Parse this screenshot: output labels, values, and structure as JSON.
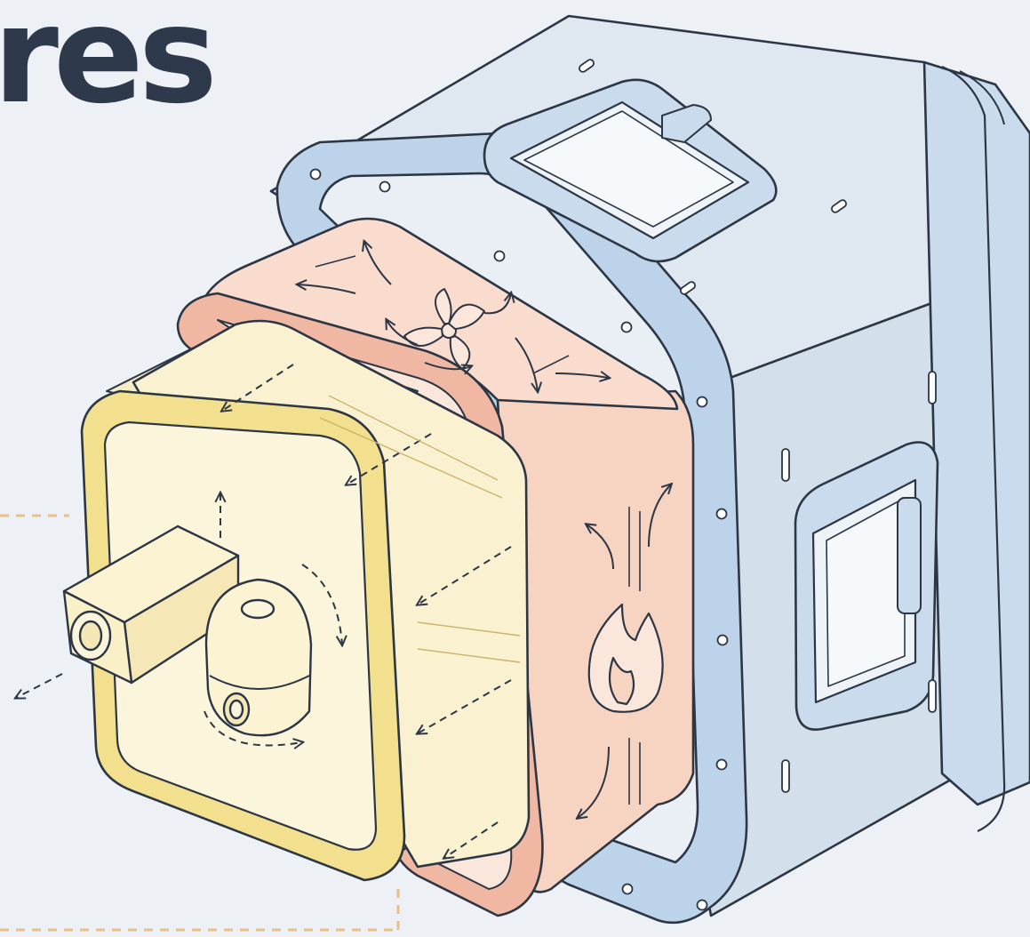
{
  "heading": {
    "text": "res"
  },
  "layers": [
    {
      "name": "outer-metal-shell",
      "color": "#c3d6e8"
    },
    {
      "name": "thermal-control-layer",
      "color": "#f6cfbd"
    },
    {
      "name": "inner-sensor-module",
      "color": "#f7ecc0"
    }
  ],
  "icons": {
    "fan": "fan-icon",
    "flame": "flame-icon",
    "camera": "camera-icon",
    "dome_camera": "dome-camera-icon",
    "hatch_top": "hatch-window",
    "hatch_side": "hatch-window"
  },
  "colors": {
    "background": "#edf1f5",
    "outline": "#2c3645",
    "shell_fill": "#dbe5ef",
    "shell_rim": "#bcd3ea",
    "thermal_fill": "#f7d3c2",
    "thermal_rim": "#f0b8a2",
    "sensor_fill": "#f9f0cf",
    "sensor_rim": "#f3e08e",
    "leader_line": "#e9bf8a"
  }
}
